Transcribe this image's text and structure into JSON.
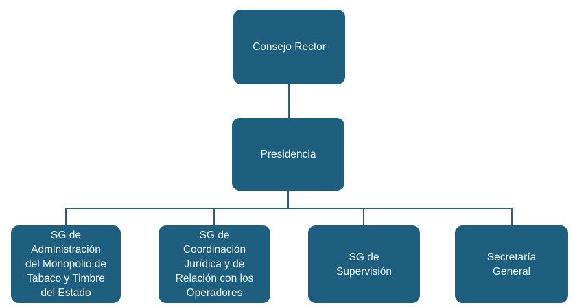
{
  "diagram": {
    "type": "org_chart",
    "colors": {
      "node_fill": "#1E5F7F",
      "node_text": "#ECF5F8",
      "connector": "#26607A",
      "background": "#FFFFFF"
    },
    "nodes": [
      {
        "id": "consejo-rector",
        "label": "Consejo Rector"
      },
      {
        "id": "presidencia",
        "label": "Presidencia"
      },
      {
        "id": "sg-administracion",
        "label": "SG de\nAdministración\ndel Monopolio de\nTabaco y Timbre\ndel Estado"
      },
      {
        "id": "sg-coordinacion",
        "label": "SG de\nCoordinación\nJurídica y de\nRelación con los\nOperadores"
      },
      {
        "id": "sg-supervision",
        "label": "SG de\nSupervisión"
      },
      {
        "id": "secretaria-general",
        "label": "Secretaría\nGeneral"
      }
    ],
    "edges": [
      {
        "from": "consejo-rector",
        "to": "presidencia"
      },
      {
        "from": "presidencia",
        "to": "sg-administracion"
      },
      {
        "from": "presidencia",
        "to": "sg-coordinacion"
      },
      {
        "from": "presidencia",
        "to": "sg-supervision"
      },
      {
        "from": "presidencia",
        "to": "secretaria-general"
      }
    ]
  }
}
